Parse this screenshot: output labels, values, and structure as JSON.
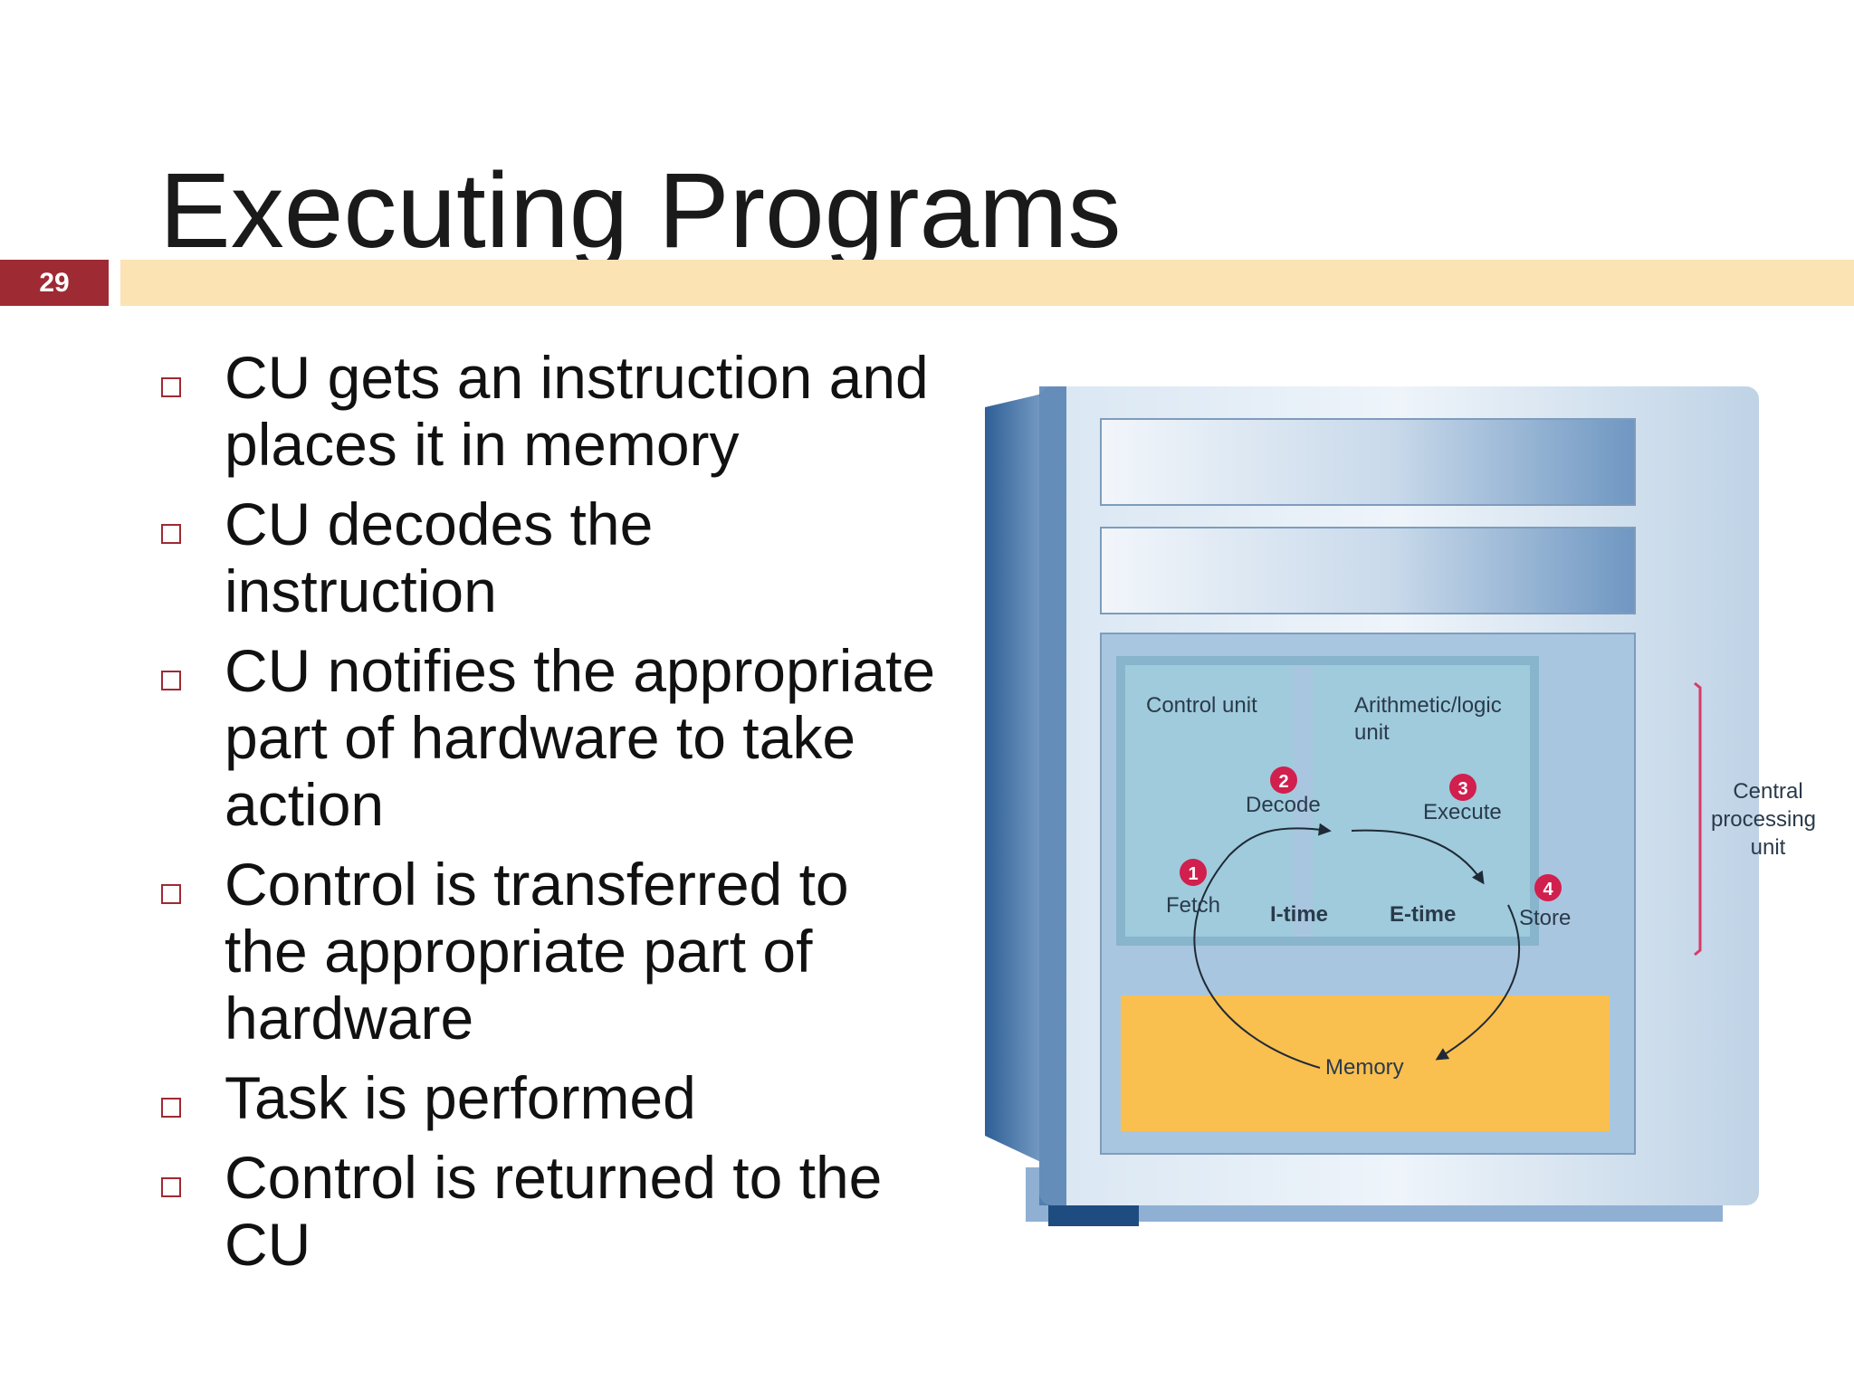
{
  "slide": {
    "title": "Executing Programs",
    "number": "29"
  },
  "bullets": [
    "CU gets an instruction and places it in memory",
    "CU decodes the instruction",
    "CU notifies the appropriate part of hardware to take action",
    "Control is transferred to the appropriate part of hardware",
    "Task is performed",
    "Control is returned to the CU"
  ],
  "diagram": {
    "control_unit": "Control unit",
    "alu_line1": "Arithmetic/logic",
    "alu_line2": "unit",
    "memory": "Memory",
    "cpu_line1": "Central",
    "cpu_line2": "processing",
    "cpu_line3": "unit",
    "i_time": "I-time",
    "e_time": "E-time",
    "steps": [
      {
        "num": "1",
        "label": "Fetch"
      },
      {
        "num": "2",
        "label": "Decode"
      },
      {
        "num": "3",
        "label": "Execute"
      },
      {
        "num": "4",
        "label": "Store"
      }
    ]
  },
  "colors": {
    "accent": "#9e2a33",
    "band": "#fbe3b4",
    "memory": "#f9bf4f",
    "step_badge": "#d11f4e"
  }
}
